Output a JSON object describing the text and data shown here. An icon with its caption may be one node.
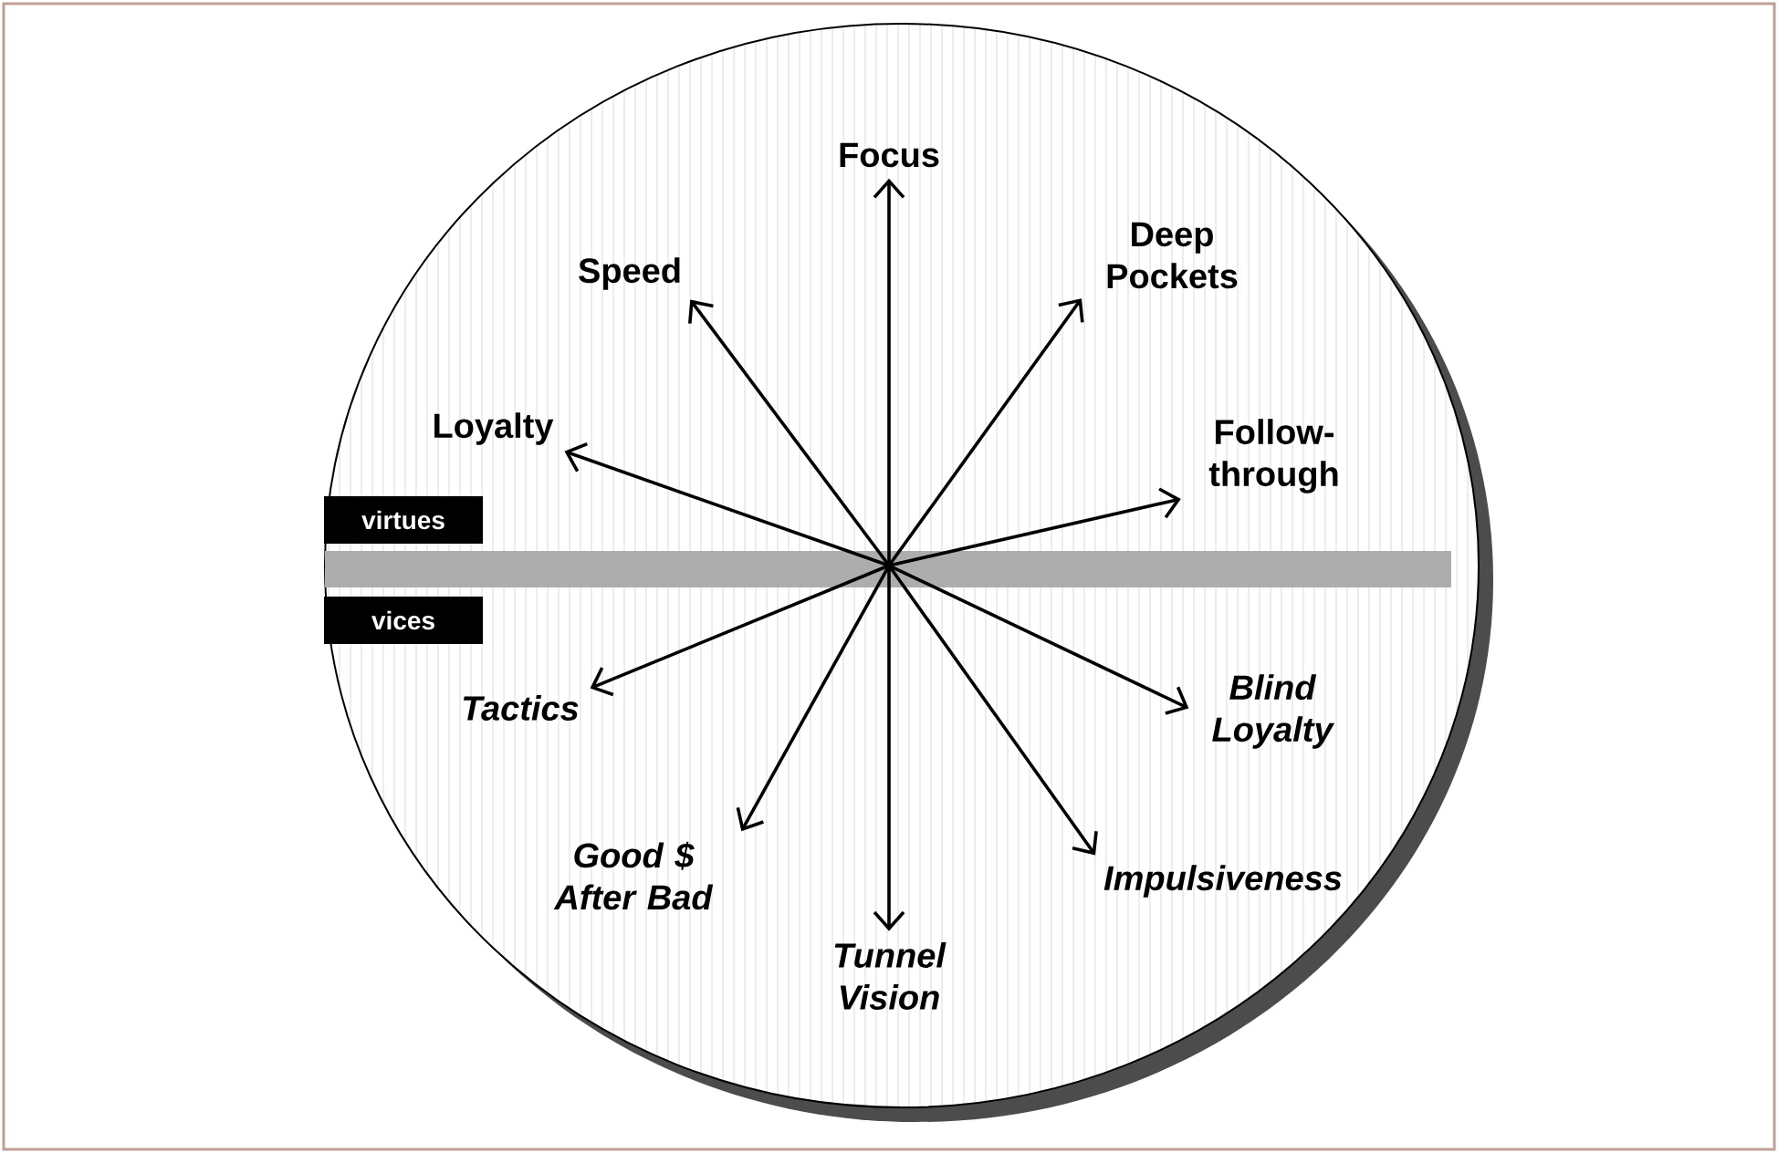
{
  "diagram": {
    "nodes": [
      {
        "text": [
          "Focus"
        ]
      },
      {
        "text": [
          "Deep Pockets"
        ]
      },
      {
        "text": [
          "Speed"
        ]
      },
      {
        "text": [
          "Loyalty"
        ]
      },
      {
        "text": [
          "Follow-through"
        ]
      },
      {
        "text": [
          "virtues"
        ]
      },
      {
        "text": [
          "vices"
        ]
      },
      {
        "text": [
          "Tactics"
        ]
      },
      {
        "text": [
          "Blind Loyalty"
        ]
      },
      {
        "text": [
          "Good $ After Bad"
        ]
      },
      {
        "text": [
          "Impulsiveness"
        ]
      },
      {
        "text": [
          "Tunnel Vision"
        ]
      }
    ],
    "edges": [
      {
        "from": null,
        "to": 0,
        "arrow": "to"
      },
      {
        "from": null,
        "to": 1,
        "arrow": "to"
      },
      {
        "from": null,
        "to": 2,
        "arrow": "to"
      },
      {
        "from": null,
        "to": 3,
        "arrow": "to"
      },
      {
        "from": null,
        "to": 4,
        "arrow": "to"
      },
      {
        "from": null,
        "to": 7,
        "arrow": "to"
      },
      {
        "from": null,
        "to": 8,
        "arrow": "to"
      },
      {
        "from": null,
        "to": 9,
        "arrow": "to"
      },
      {
        "from": null,
        "to": 10,
        "arrow": "to"
      },
      {
        "from": null,
        "to": 11,
        "arrow": "to"
      }
    ]
  }
}
